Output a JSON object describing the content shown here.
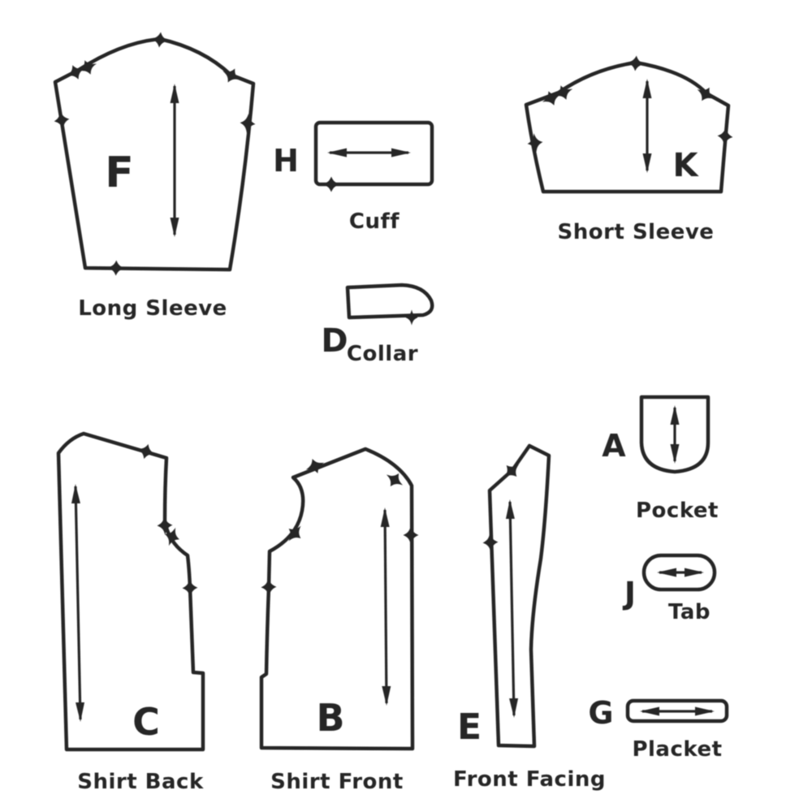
{
  "diagram": {
    "background_color": "#ffffff",
    "ink_color": "#282828",
    "pieces": [
      {
        "letter": "F",
        "caption": "Long Sleeve"
      },
      {
        "letter": "H",
        "caption": "Cuff"
      },
      {
        "letter": "K",
        "caption": "Short Sleeve"
      },
      {
        "letter": "D",
        "caption": "Collar"
      },
      {
        "letter": "C",
        "caption": "Shirt Back"
      },
      {
        "letter": "B",
        "caption": "Shirt Front"
      },
      {
        "letter": "E",
        "caption": "Front Facing"
      },
      {
        "letter": "A",
        "caption": "Pocket"
      },
      {
        "letter": "J",
        "caption": "Tab"
      },
      {
        "letter": "G",
        "caption": "Placket"
      }
    ]
  }
}
